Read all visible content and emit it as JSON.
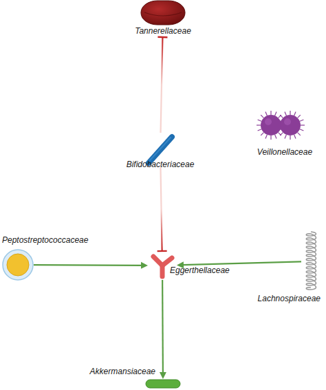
{
  "diagram": {
    "nodes": [
      {
        "text": [
          "Tannerellaceae"
        ]
      },
      {
        "text": [
          "Bifidobacteriaceae"
        ]
      },
      {
        "text": [
          "Veillonellaceae"
        ]
      },
      {
        "text": [
          "Peptostreptococcaceae"
        ]
      },
      {
        "text": [
          "Eggerthellaceae"
        ]
      },
      {
        "text": [
          "Lachnospiraceae"
        ]
      },
      {
        "text": [
          "Akkermansiaceae"
        ]
      }
    ],
    "edges": [
      {
        "from": 1,
        "to": 0,
        "arrow": "to"
      },
      {
        "from": 1,
        "to": 4,
        "arrow": "to"
      },
      {
        "from": 3,
        "to": 4,
        "arrow": "to"
      },
      {
        "from": 5,
        "to": 4,
        "arrow": "to"
      },
      {
        "from": 4,
        "to": 6,
        "arrow": "to"
      }
    ]
  }
}
